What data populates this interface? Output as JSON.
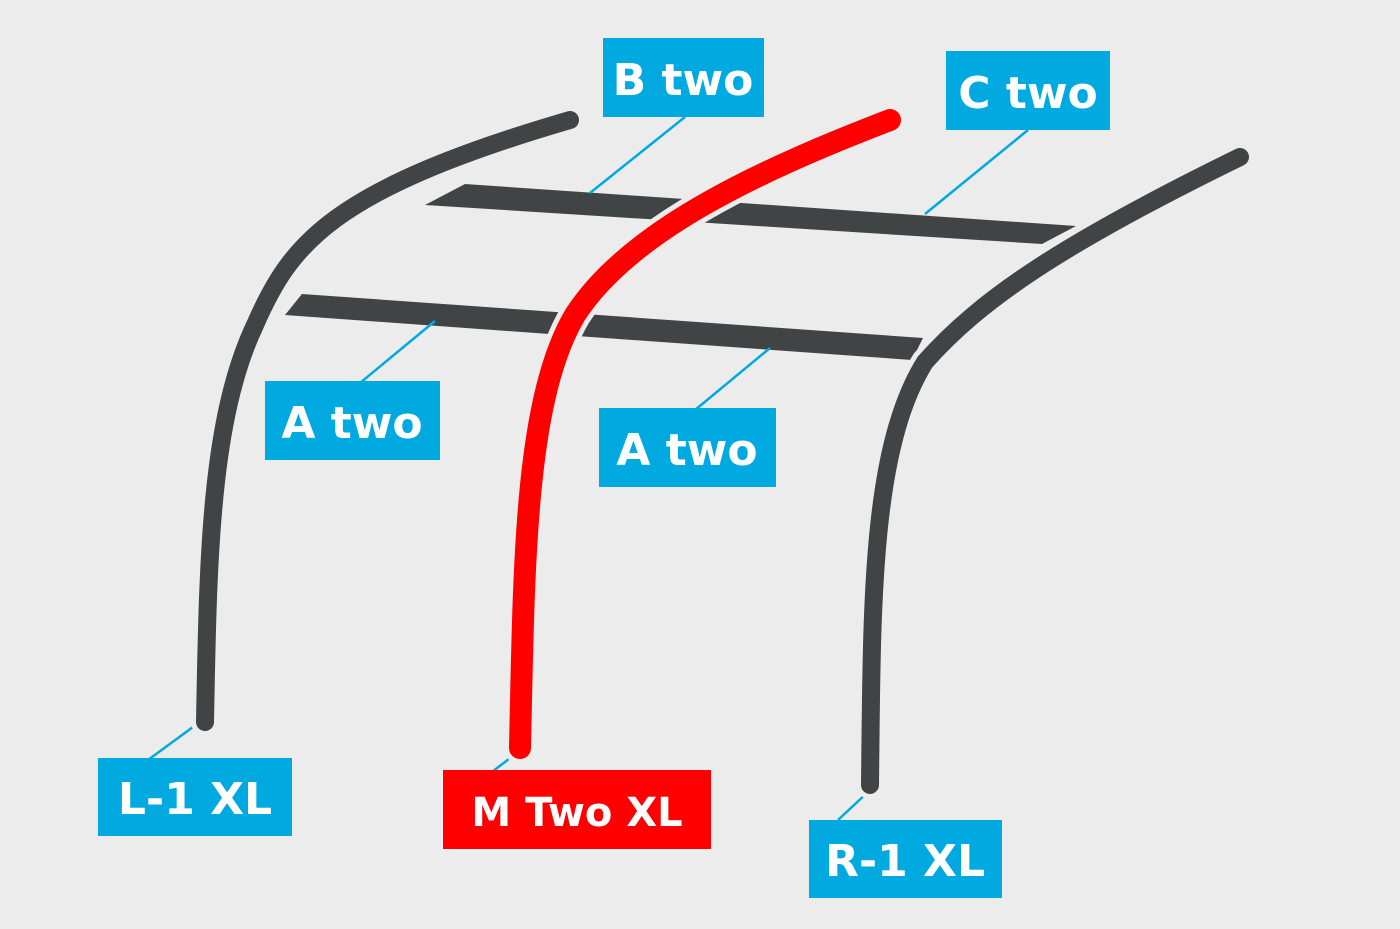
{
  "colors": {
    "background": "#ececec",
    "pole_dark": "#404444",
    "pole_highlight": "#ff0000",
    "label_blue": "#00a9e0",
    "label_red": "#ff0000",
    "leader_line": "#00a9e0",
    "label_text": "#ffffff"
  },
  "labels": {
    "b_two": "B two",
    "c_two": "C two",
    "a_two_left": "A two",
    "a_two_right": "A two",
    "l1_xl": "L-1 XL",
    "m_two_xl": "M Two XL",
    "r1_xl": "R-1 XL"
  }
}
